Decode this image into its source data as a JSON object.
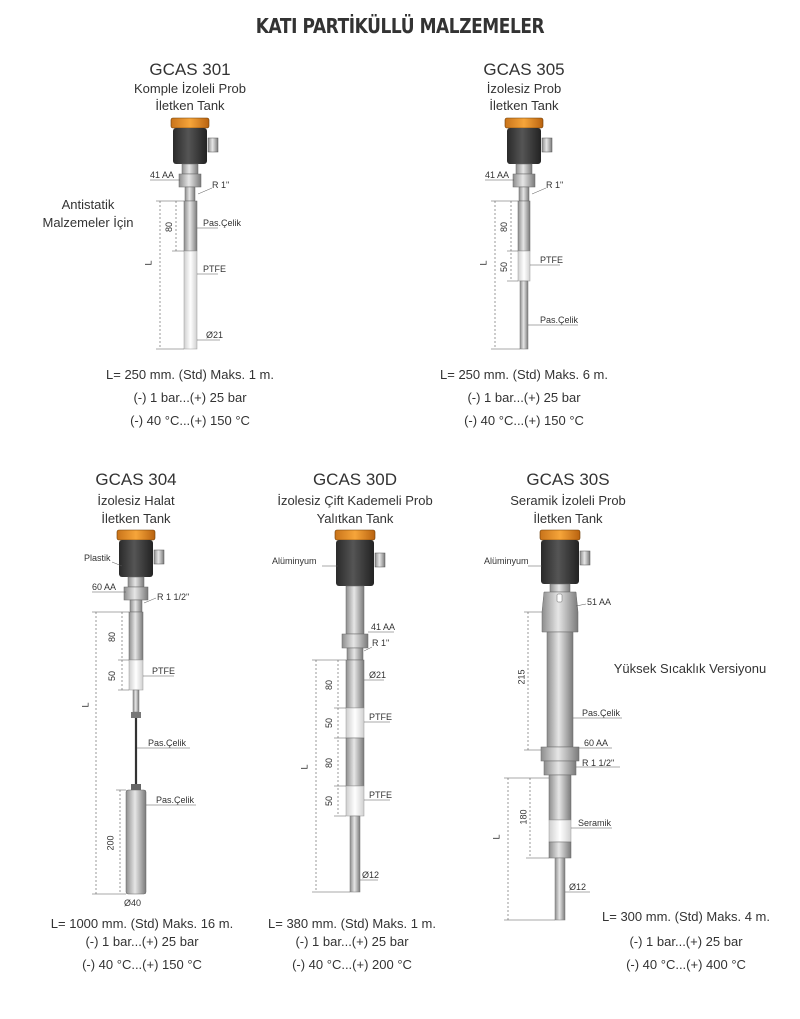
{
  "page_title": "KATI PARTİKÜLLÜ MALZEMELER",
  "products": [
    {
      "model": "GCAS 301",
      "desc1": "Komple İzoleli Prob",
      "desc2": "İletken Tank",
      "length": "L= 250 mm. (Std) Maks. 1 m.",
      "pressure": "(-) 1 bar...(+) 25 bar",
      "temperature": "(-) 40 °C...(+) 150 °C",
      "labels": {
        "hex": "41 AA",
        "thread": "R 1\"",
        "steel": "Pas.Çelik",
        "ptfe": "PTFE",
        "dia": "Ø21",
        "dim80": "80",
        "dimL": "L"
      },
      "side_note1": "Antistatik",
      "side_note2": "Malzemeler İçin"
    },
    {
      "model": "GCAS 305",
      "desc1": "İzolesiz Prob",
      "desc2": "İletken Tank",
      "length": "L= 250 mm. (Std) Maks. 6 m.",
      "pressure": "(-) 1 bar...(+) 25 bar",
      "temperature": "(-) 40 °C...(+) 150 °C",
      "labels": {
        "hex": "41 AA",
        "thread": "R 1\"",
        "ptfe": "PTFE",
        "steel": "Pas.Çelik",
        "dim80": "80",
        "dim50": "50",
        "dimL": "L"
      }
    },
    {
      "model": "GCAS 304",
      "desc1": "İzolesiz Halat",
      "desc2": "İletken Tank",
      "length": "L= 1000 mm. (Std) Maks. 16 m.",
      "pressure": "(-) 1 bar...(+) 25 bar",
      "temperature": "(-) 40 °C...(+) 150 °C",
      "labels": {
        "plastic": "Plastik",
        "hex": "60 AA",
        "thread": "R 1 1/2\"",
        "ptfe": "PTFE",
        "steel1": "Pas.Çelik",
        "steel2": "Pas.Çelik",
        "dia": "Ø40",
        "dim80": "80",
        "dim50": "50",
        "dim200": "200",
        "dimL": "L"
      }
    },
    {
      "model": "GCAS 30D",
      "desc1": "İzolesiz Çift Kademeli Prob",
      "desc2": "Yalıtkan Tank",
      "length": "L= 380 mm. (Std) Maks. 1 m.",
      "pressure": "(-) 1 bar...(+) 25 bar",
      "temperature": "(-) 40 °C...(+) 200 °C",
      "labels": {
        "alu": "Alüminyum",
        "hex": "41 AA",
        "thread": "R 1\"",
        "dia21": "Ø21",
        "ptfe1": "PTFE",
        "ptfe2": "PTFE",
        "dia12": "Ø12",
        "d80a": "80",
        "d50a": "50",
        "d80b": "80",
        "d50b": "50",
        "dimL": "L"
      }
    },
    {
      "model": "GCAS 30S",
      "desc1": "Seramik İzoleli Prob",
      "desc2": "İletken Tank",
      "length": "L= 300 mm. (Std) Maks. 4 m.",
      "pressure": "(-) 1 bar...(+) 25 bar",
      "temperature": "(-) 40 °C...(+) 400 °C",
      "labels": {
        "alu": "Alüminyum",
        "hex51": "51 AA",
        "steel": "Pas.Çelik",
        "hex60": "60 AA",
        "thread": "R 1 1/2\"",
        "ceramic": "Seramik",
        "dia": "Ø12",
        "d215": "215",
        "d180": "180",
        "dimL": "L"
      },
      "side_note": "Yüksek Sıcaklık Versiyonu"
    }
  ]
}
